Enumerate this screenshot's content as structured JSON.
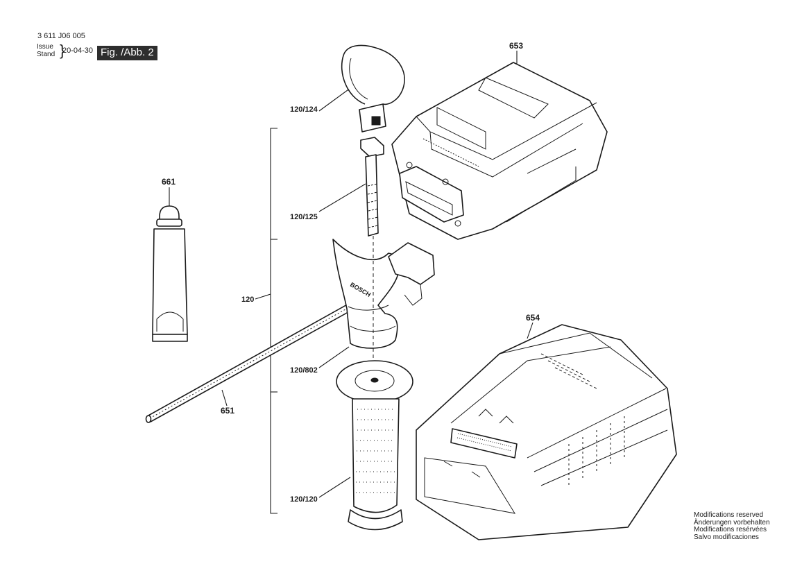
{
  "header": {
    "document_number": "3 611 J06 005",
    "issue_label": "Issue",
    "stand_label": "Stand",
    "issue_date": "20-04-30",
    "figure_label": "Fig. /Abb. 2"
  },
  "callouts": {
    "c_120": "120",
    "c_120_124": "120/124",
    "c_120_125": "120/125",
    "c_120_802": "120/802",
    "c_120_120": "120/120",
    "c_651": "651",
    "c_653": "653",
    "c_654": "654",
    "c_661": "661"
  },
  "part_logo": "BOSCH",
  "footer": {
    "modifications": [
      "Modifications reserved",
      "Änderungen vorbehalten",
      "Modifications resérvées",
      "Salvo modificaciones"
    ]
  }
}
